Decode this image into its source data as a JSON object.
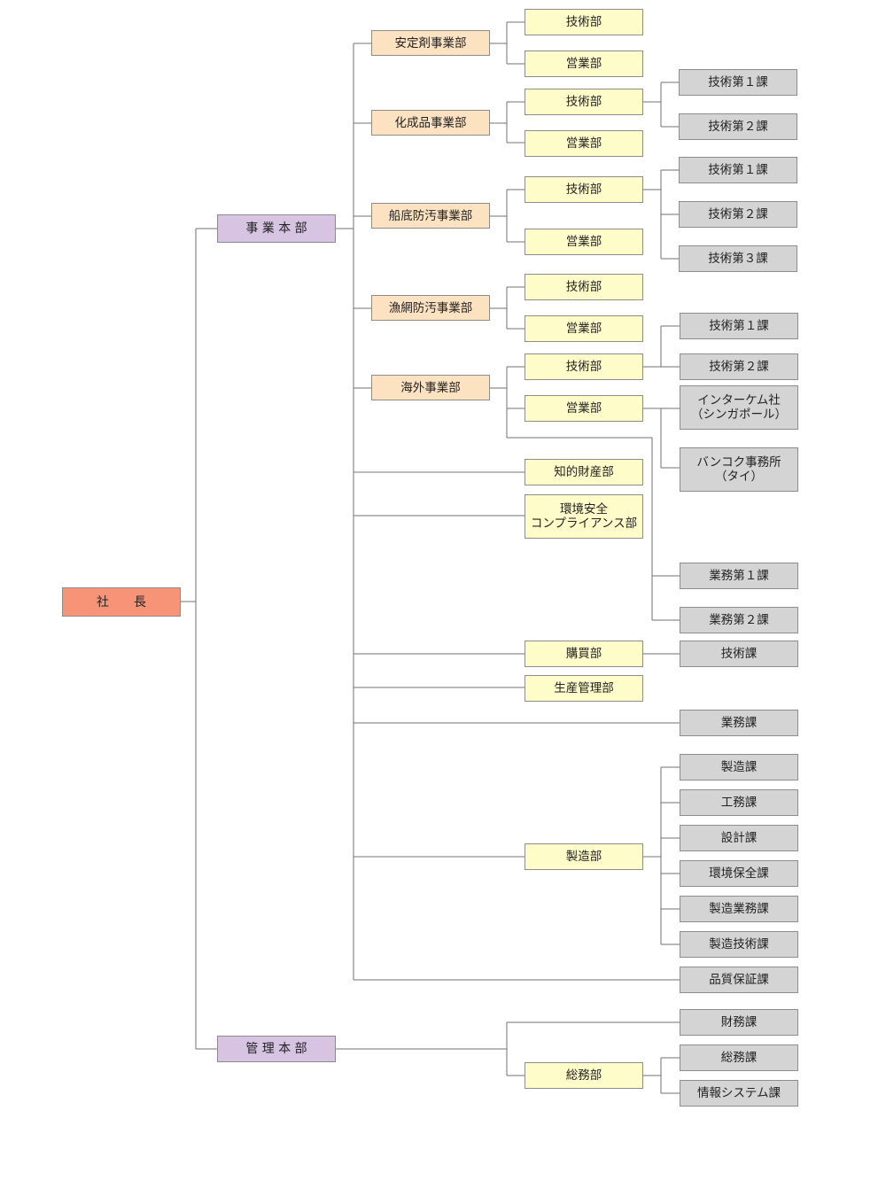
{
  "colors": {
    "president": "#f79478",
    "division": "#d7c4e2",
    "business": "#fde2c1",
    "department": "#fefcc8",
    "section": "#d4d4d4",
    "line": "#707070"
  },
  "nodes": {
    "president": "社　　長",
    "jigyo": "事 業 本 部",
    "kanri": "管 理 本 部",
    "anteizai": "安定剤事業部",
    "kaseihin": "化成品事業部",
    "sentei": "船底防汚事業部",
    "gyomo": "漁網防汚事業部",
    "kaigai": "海外事業部",
    "a_gijutsu": "技術部",
    "a_eigyo": "営業部",
    "k_gijutsu": "技術部",
    "k_eigyo": "営業部",
    "s_gijutsu": "技術部",
    "s_eigyo": "営業部",
    "g_gijutsu": "技術部",
    "g_eigyo": "営業部",
    "o_gijutsu": "技術部",
    "o_eigyo": "営業部",
    "chiteki": "知的財産部",
    "kankyo": "環境安全\nコンプライアンス部",
    "kobai": "購買部",
    "seisankanri": "生産管理部",
    "seizo": "製造部",
    "somu": "総務部",
    "k_g1": "技術第１課",
    "k_g2": "技術第２課",
    "s_g1": "技術第１課",
    "s_g2": "技術第２課",
    "s_g3": "技術第３課",
    "g_g1": "技術第１課",
    "o_g2": "技術第２課",
    "interchem": "インターケム社\n（シンガポール）",
    "bangkok": "バンコク事務所\n（タイ）",
    "gyomu1": "業務第１課",
    "gyomu2": "業務第２課",
    "gijutsuka": "技術課",
    "gyomuka": "業務課",
    "seizoka": "製造課",
    "komuka": "工務課",
    "sekkeika": "設計課",
    "kankyohozen": "環境保全課",
    "seizogyomu": "製造業務課",
    "seizogijutsu": "製造技術課",
    "hinshitsu": "品質保証課",
    "zaimu": "財務課",
    "somuka": "総務課",
    "joho": "情報システム課"
  }
}
